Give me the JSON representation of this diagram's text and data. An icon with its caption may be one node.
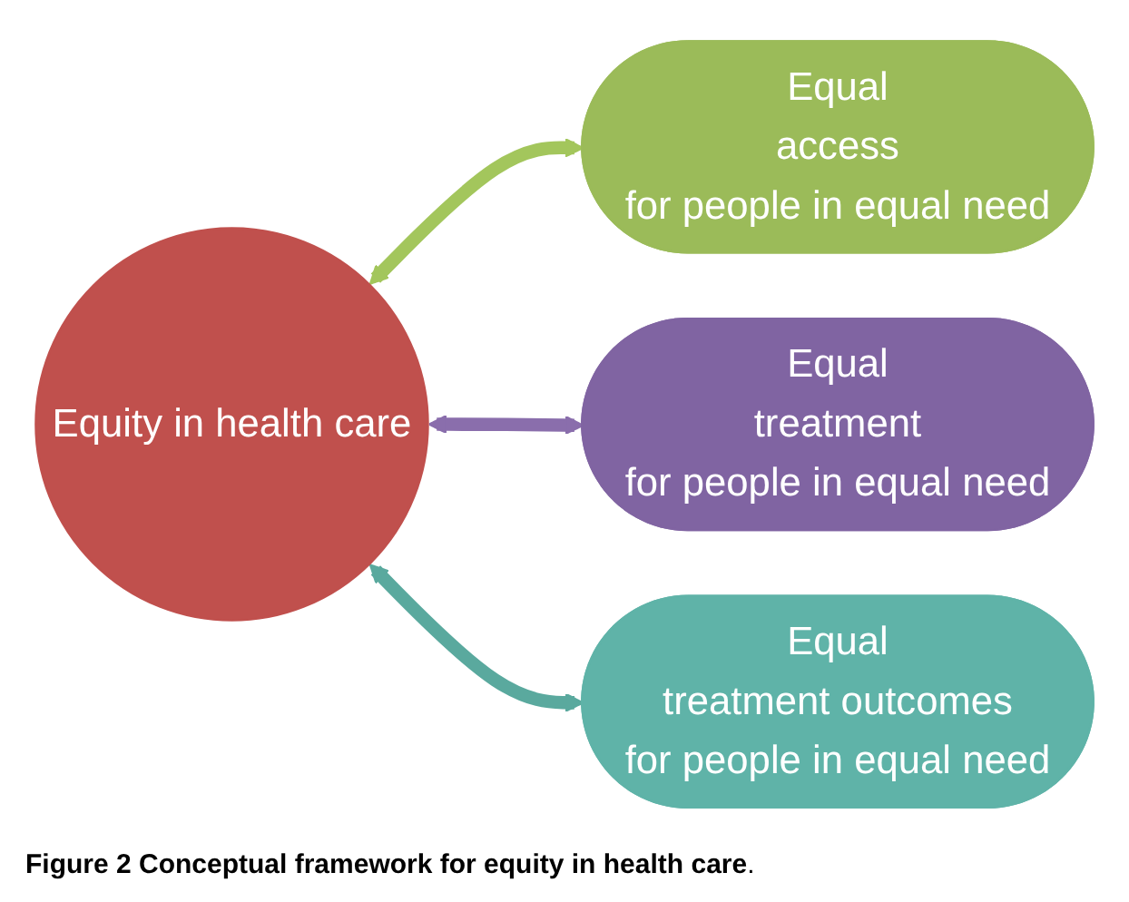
{
  "diagram": {
    "caption": "**Figure 2 Conceptual framework for equity in health care**.",
    "nodes": [
      {
        "text": [
          "Equity in health care"
        ]
      },
      {
        "text": [
          "Equal",
          "access",
          "for people in equal need"
        ]
      },
      {
        "text": [
          "Equal",
          "treatment",
          "for people in equal need"
        ]
      },
      {
        "text": [
          "Equal",
          "treatment outcomes",
          "for people in equal need"
        ]
      }
    ],
    "edges": [
      {
        "from": 0,
        "to": 1,
        "arrow": "both",
        "color": "#a3c65c"
      },
      {
        "from": 0,
        "to": 2,
        "arrow": "both",
        "color": "#8a6eac"
      },
      {
        "from": 0,
        "to": 3,
        "arrow": "both",
        "color": "#5aa99e"
      }
    ]
  }
}
